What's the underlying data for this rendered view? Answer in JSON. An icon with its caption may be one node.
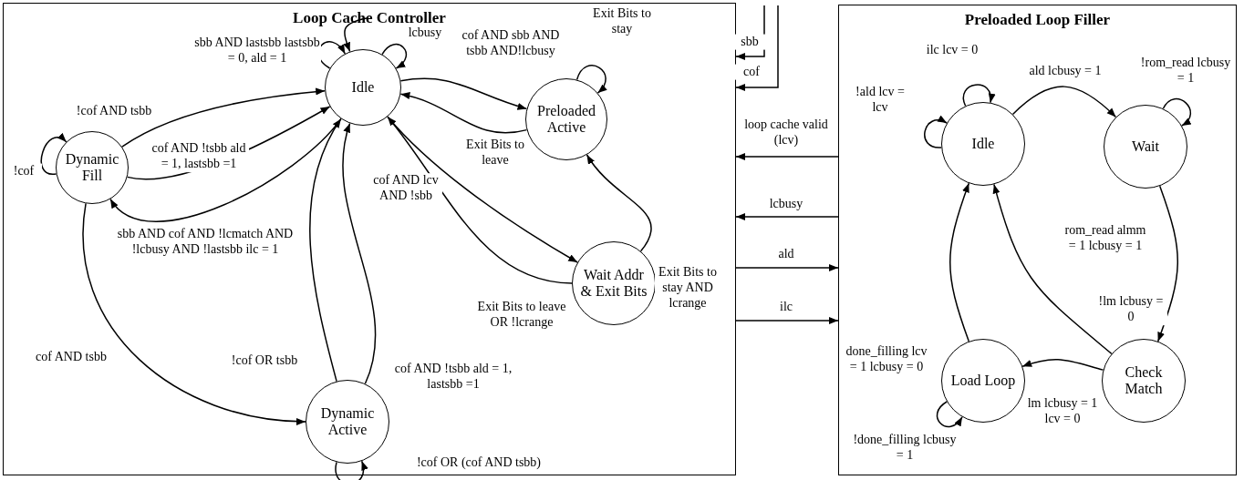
{
  "diagram": {
    "nodes": [
      {
        "text": [
          "Loop Cache Controller"
        ]
      },
      {
        "text": [
          "Idle"
        ],
        "in": 0
      },
      {
        "text": [
          "Dynamic Fill"
        ],
        "in": 0
      },
      {
        "text": [
          "Preloaded Active"
        ],
        "in": 0
      },
      {
        "text": [
          "Wait Addr & Exit Bits"
        ],
        "in": 0
      },
      {
        "text": [
          "Dynamic Active"
        ],
        "in": 0
      },
      {
        "text": [
          "Preloaded Loop Filler"
        ]
      },
      {
        "text": [
          "Idle"
        ],
        "in": 6
      },
      {
        "text": [
          "Wait"
        ],
        "in": 6
      },
      {
        "text": [
          "Load Loop"
        ],
        "in": 6
      },
      {
        "text": [
          "Check Match"
        ],
        "in": 6
      }
    ],
    "edges": [
      {
        "from": null,
        "to": 1,
        "arrow": "to"
      },
      {
        "from": 1,
        "to": 1,
        "arrow": "to",
        "label": "sbb AND lastsbb lastsbb = 0, ald = 1"
      },
      {
        "from": 1,
        "to": 1,
        "arrow": "to",
        "label": "lcbusy"
      },
      {
        "from": 2,
        "to": 2,
        "arrow": "to",
        "label": "!cof"
      },
      {
        "from": 2,
        "to": 1,
        "arrow": "to",
        "label": "!cof AND tsbb"
      },
      {
        "from": 2,
        "to": 1,
        "arrow": "to",
        "label": "cof AND !tsbb ald = 1, lastsbb =1"
      },
      {
        "from": 1,
        "to": 2,
        "arrow": "to",
        "label": "sbb AND cof AND !lcmatch AND !lcbusy AND !lastsbb ilc = 1"
      },
      {
        "from": 2,
        "to": 5,
        "arrow": "to",
        "label": "cof AND tsbb"
      },
      {
        "from": 5,
        "to": 1,
        "arrow": "to",
        "label": "!cof OR tsbb"
      },
      {
        "from": 5,
        "to": 1,
        "arrow": "to",
        "label": "cof AND !tsbb ald = 1, lastsbb =1"
      },
      {
        "from": 5,
        "to": 5,
        "arrow": "to",
        "label": "!cof OR (cof AND tsbb)"
      },
      {
        "from": 1,
        "to": 3,
        "arrow": "to",
        "label": "cof AND sbb AND tsbb AND!lcbusy"
      },
      {
        "from": 3,
        "to": 1,
        "arrow": "to",
        "label": "Exit Bits to leave"
      },
      {
        "from": 3,
        "to": 3,
        "arrow": "to",
        "label": "Exit Bits to stay"
      },
      {
        "from": 1,
        "to": 4,
        "arrow": "to",
        "label": "cof AND lcv AND !sbb"
      },
      {
        "from": 4,
        "to": 1,
        "arrow": "to",
        "label": "Exit Bits to leave OR !lcrange"
      },
      {
        "from": 4,
        "to": 3,
        "arrow": "to",
        "label": "Exit Bits to stay AND lcrange"
      },
      {
        "from": null,
        "to": 0,
        "arrow": "to",
        "label": "sbb"
      },
      {
        "from": null,
        "to": 0,
        "arrow": "to",
        "label": "cof"
      },
      {
        "from": 6,
        "to": 0,
        "arrow": "to",
        "label": "loop cache valid (lcv)"
      },
      {
        "from": 6,
        "to": 0,
        "arrow": "to",
        "label": "lcbusy"
      },
      {
        "from": 0,
        "to": 6,
        "arrow": "to",
        "label": "ald"
      },
      {
        "from": 0,
        "to": 6,
        "arrow": "to",
        "label": "ilc"
      },
      {
        "from": 7,
        "to": 7,
        "arrow": "to",
        "label": "ilc lcv = 0"
      },
      {
        "from": 7,
        "to": 7,
        "arrow": "to",
        "label": "!ald lcv = lcv"
      },
      {
        "from": 7,
        "to": 8,
        "arrow": "to",
        "label": "ald lcbusy = 1"
      },
      {
        "from": 8,
        "to": 8,
        "arrow": "to",
        "label": "!rom_read lcbusy = 1"
      },
      {
        "from": 8,
        "to": 10,
        "arrow": "to",
        "label": "rom_read almm = 1 lcbusy = 1"
      },
      {
        "from": 10,
        "to": 7,
        "arrow": "to",
        "label": "!lm lcbusy = 0"
      },
      {
        "from": 10,
        "to": 9,
        "arrow": "to",
        "label": "lm lcbusy = 1 lcv = 0"
      },
      {
        "from": 9,
        "to": 7,
        "arrow": "to",
        "label": "done_filling lcv = 1 lcbusy = 0"
      },
      {
        "from": 9,
        "to": 9,
        "arrow": "to",
        "label": "!done_filling lcbusy = 1"
      }
    ]
  }
}
